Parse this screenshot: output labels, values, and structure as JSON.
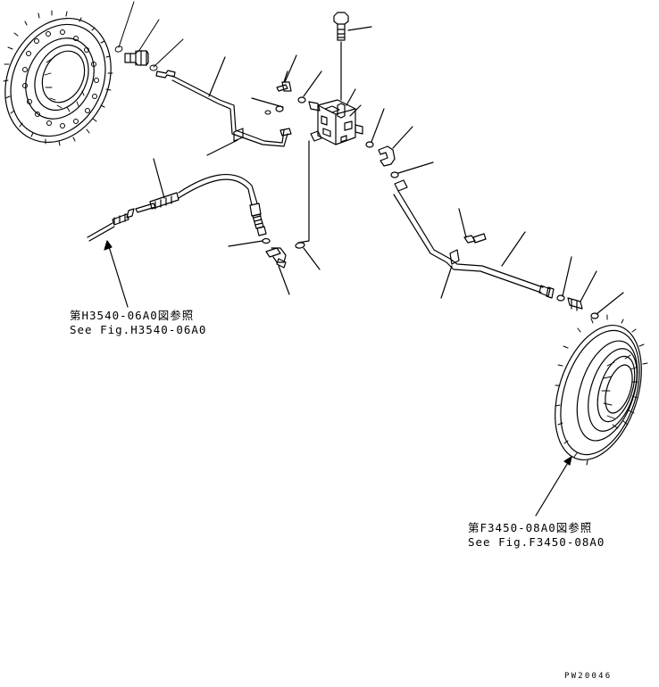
{
  "references": {
    "left": {
      "line_jp": "第H3540-06A0図参照",
      "line_en": "See Fig.H3540-06A0"
    },
    "right": {
      "line_jp": "第F3450-08A0図参照",
      "line_en": "See Fig.F3450-08A0"
    }
  },
  "drawing_code": "PW20046"
}
